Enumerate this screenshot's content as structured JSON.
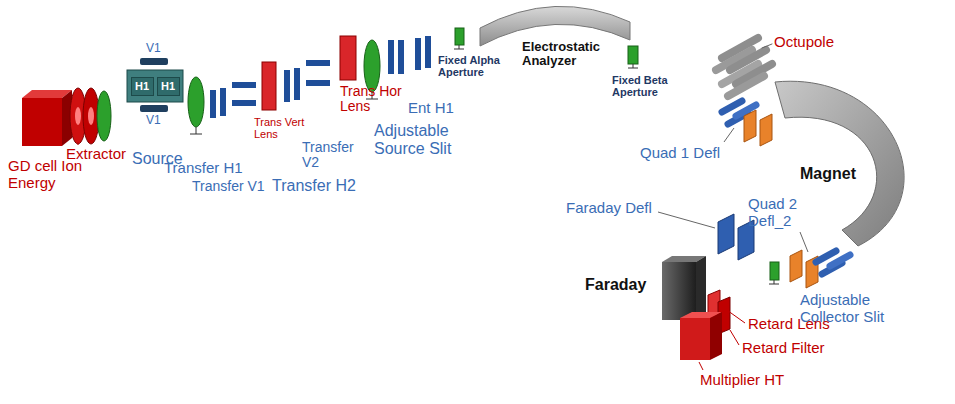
{
  "diagram": {
    "nodes": [
      {
        "text": [
          "H1"
        ]
      },
      {
        "text": [
          "H1"
        ]
      }
    ],
    "labels": [
      "GD cell Ion Energy",
      "Extractor",
      "V1",
      "V1",
      "Source",
      "Transfer H1",
      "Transfer V1",
      "Trans Vert Lens",
      "Transfer H2",
      "Transfer V2",
      "Trans Hor Lens",
      "Adjustable Source Slit",
      "Ent H1",
      "Fixed Alpha Aperture",
      "Electrostatic Analyzer",
      "Fixed Beta Aperture",
      "Octupole",
      "Quad 1 Defl",
      "Magnet",
      "Quad 2 Defl_2",
      "Faraday Defl",
      "Adjustable Collector Slit",
      "Faraday",
      "Retard Lens",
      "Retard Filter",
      "Multiplier HT"
    ]
  }
}
